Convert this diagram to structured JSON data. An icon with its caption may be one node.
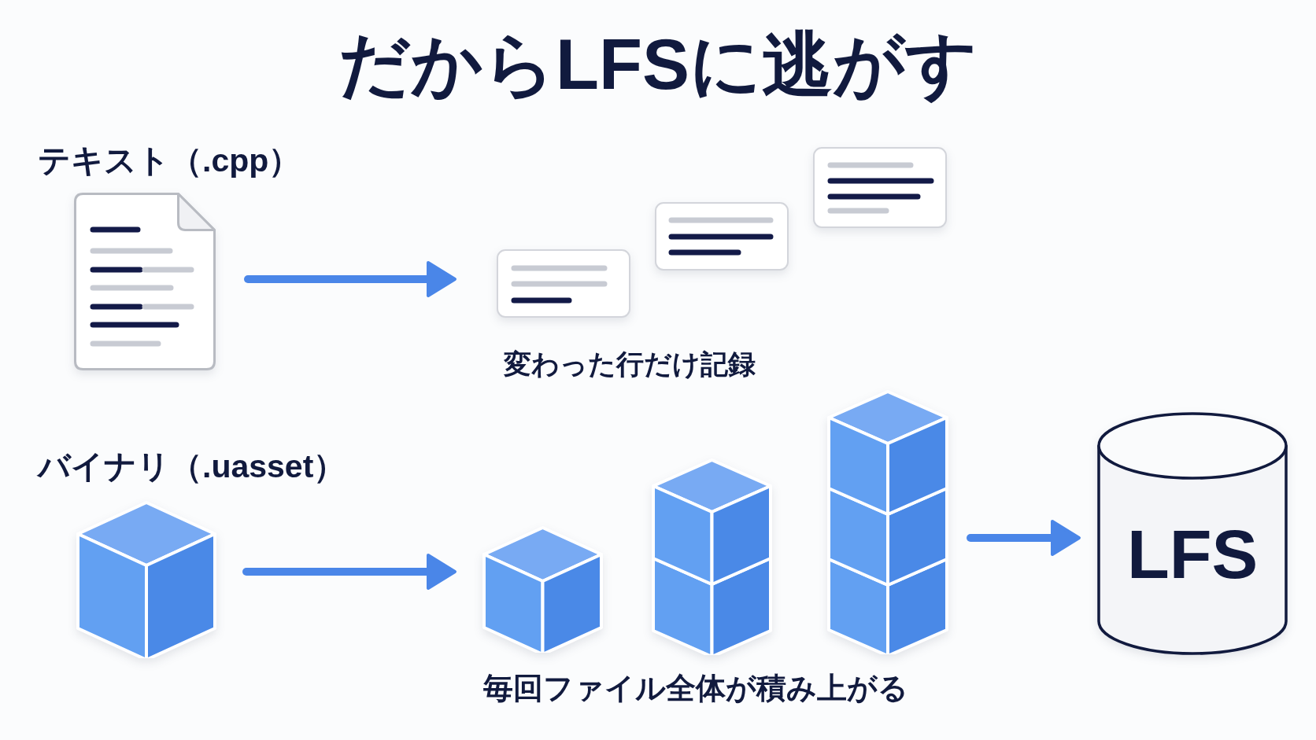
{
  "diagram": {
    "title": "だからLFSに逃がす",
    "nodes": [
      {
        "text": [],
        "shape": "picture"
      },
      {
        "text": [],
        "shape": "box"
      },
      {
        "text": [],
        "shape": "box"
      },
      {
        "text": [],
        "shape": "box"
      },
      {
        "text": [],
        "shape": "cube"
      },
      {
        "text": [],
        "shape": "cube"
      },
      {
        "text": [],
        "shape": "cube"
      },
      {
        "text": [],
        "shape": "cube"
      },
      {
        "text": [
          "LFS"
        ]
      }
    ],
    "edges": [
      {
        "from": 0,
        "to": 1,
        "arrow": "to"
      },
      {
        "from": 4,
        "to": 5,
        "arrow": "to"
      },
      {
        "from": 7,
        "to": 8,
        "arrow": "to"
      }
    ],
    "labels": [
      "テキスト（.cpp）",
      "変わった行だけ記録",
      "バイナリ（.uasset）",
      "毎回ファイル全体が積み上がる"
    ]
  }
}
